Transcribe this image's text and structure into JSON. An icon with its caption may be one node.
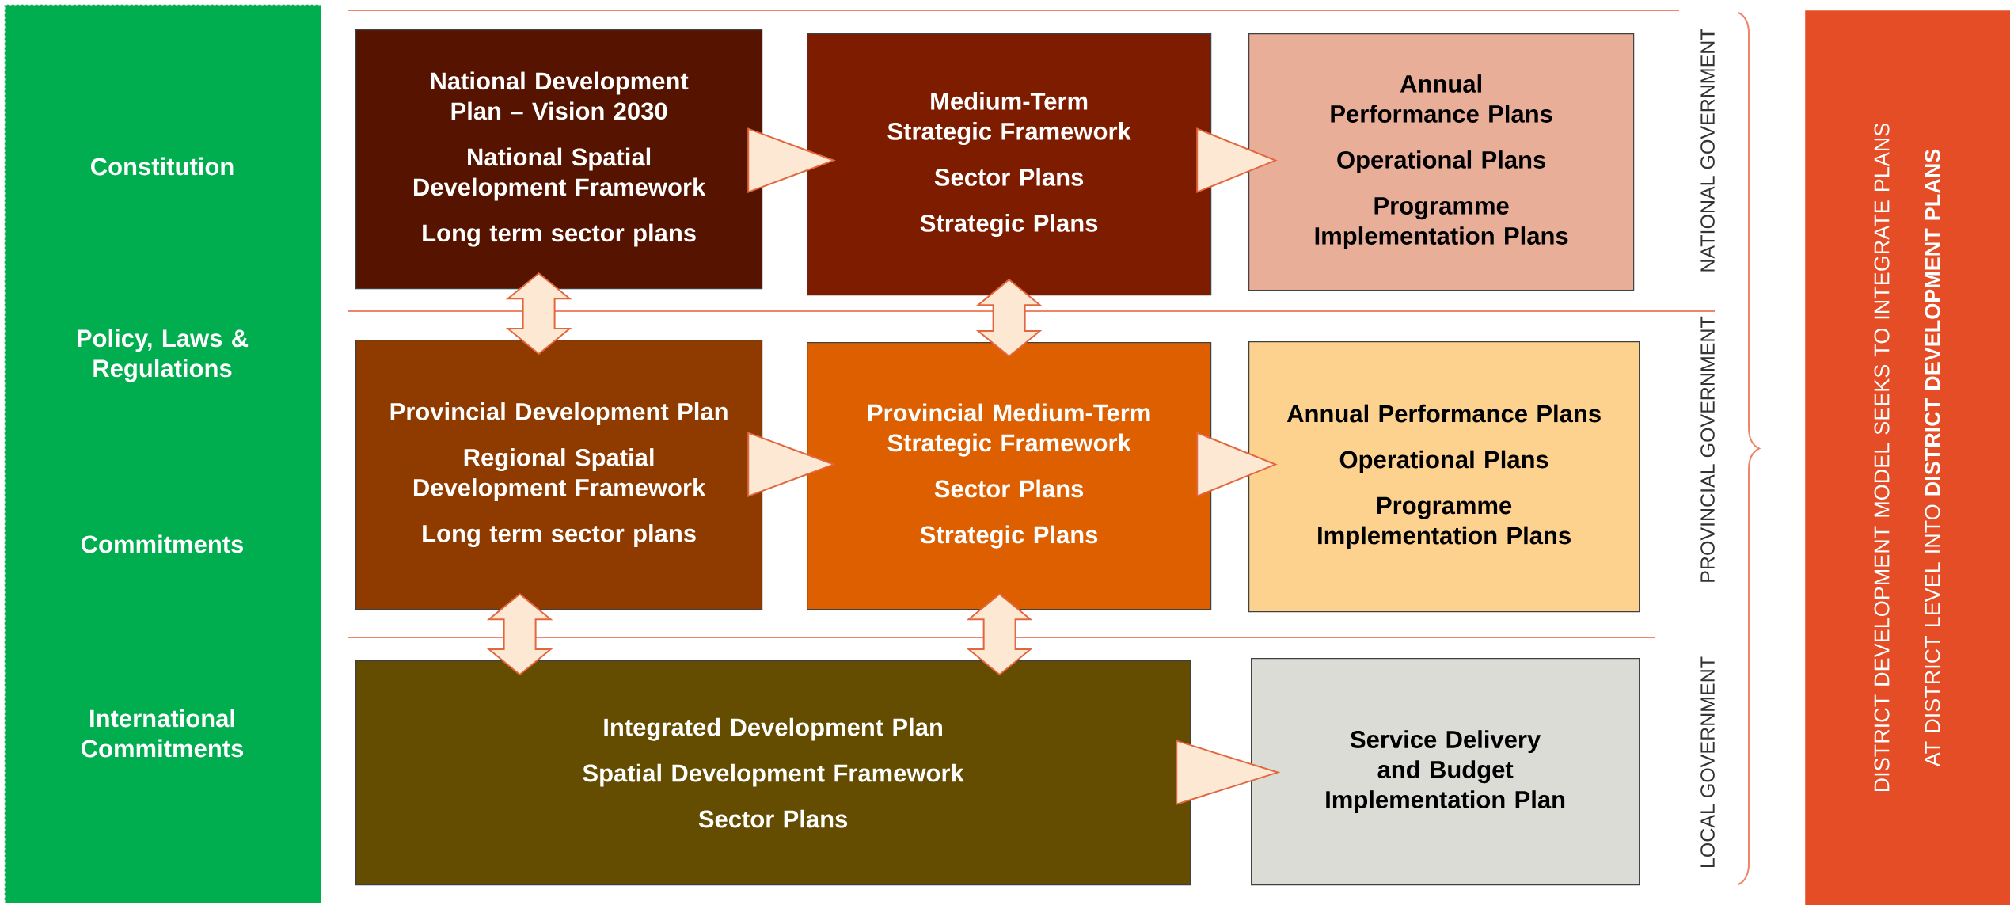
{
  "diagram": {
    "nodes": [
      {
        "text": [
          "Constitution",
          "Policy, Laws & Regulations",
          "Commitments",
          "International Commitments"
        ]
      },
      {
        "text": [
          "National Development Plan – Vision 2030",
          "National Spatial Development Framework",
          "Long term sector plans"
        ]
      },
      {
        "text": [
          "Medium-Term Strategic Framework",
          "Sector Plans",
          "Strategic Plans"
        ]
      },
      {
        "text": [
          "Annual Performance Plans",
          "Operational Plans",
          "Programme Implementation Plans"
        ]
      },
      {
        "text": [
          "Provincial Development Plan",
          "Regional Spatial Development Framework",
          "Long term sector plans"
        ]
      },
      {
        "text": [
          "Provincial Medium-Term Strategic Framework",
          "Sector Plans",
          "Strategic Plans"
        ]
      },
      {
        "text": [
          "Annual Performance Plans",
          "Operational Plans",
          "Programme Implementation Plans"
        ]
      },
      {
        "text": [
          "Integrated Development Plan",
          "Spatial Development Framework",
          "Sector Plans"
        ]
      },
      {
        "text": [
          "Service Delivery and Budget Implementation Plan"
        ]
      },
      {
        "text": [
          "DISTRICT DEVELOPMENT MODEL SEEKS TO INTEGRATE PLANS AT DISTRICT LEVEL INTO **DISTRICT DEVELOPMENT PLANS**"
        ]
      }
    ],
    "edges": [
      {
        "from": 1,
        "to": 2,
        "arrow": "to"
      },
      {
        "from": 2,
        "to": 3,
        "arrow": "to"
      },
      {
        "from": 1,
        "to": 4,
        "arrow": "both"
      },
      {
        "from": 2,
        "to": 5,
        "arrow": "both"
      },
      {
        "from": 4,
        "to": 5,
        "arrow": "to"
      },
      {
        "from": 5,
        "to": 6,
        "arrow": "to"
      },
      {
        "from": 4,
        "to": 7,
        "arrow": "both"
      },
      {
        "from": 5,
        "to": 7,
        "arrow": "both"
      },
      {
        "from": 7,
        "to": 8,
        "arrow": "to"
      }
    ],
    "labels": [
      "NATIONAL GOVERNMENT",
      "PROVINCIAL GOVERNMENT",
      "LOCAL GOVERNMENT"
    ]
  }
}
